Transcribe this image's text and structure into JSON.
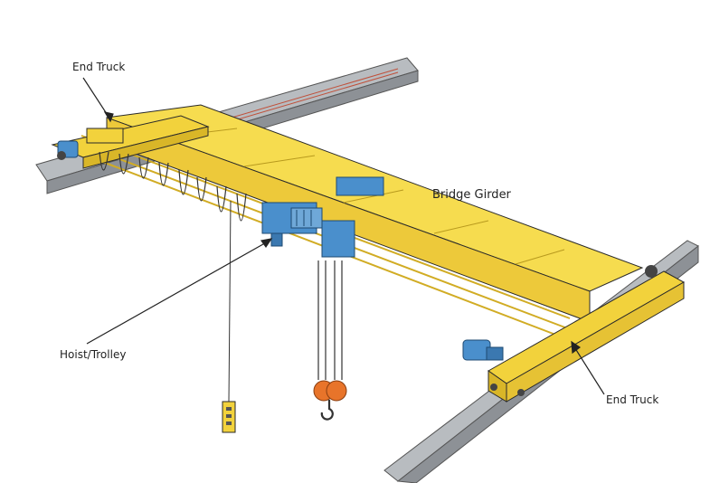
{
  "labels": {
    "end_truck_top": "End Truck",
    "bridge_girder": "Bridge Girder",
    "hoist_trolley": "Hoist/Trolley",
    "end_truck_bottom": "End Truck"
  },
  "colors": {
    "girder_yellow": "#f2d23c",
    "girder_shade": "#d9b628",
    "motor_blue": "#4a8fcc",
    "rail_grey": "#a9adb1",
    "hook_orange": "#e8742a",
    "outline": "#2a2a2a"
  }
}
